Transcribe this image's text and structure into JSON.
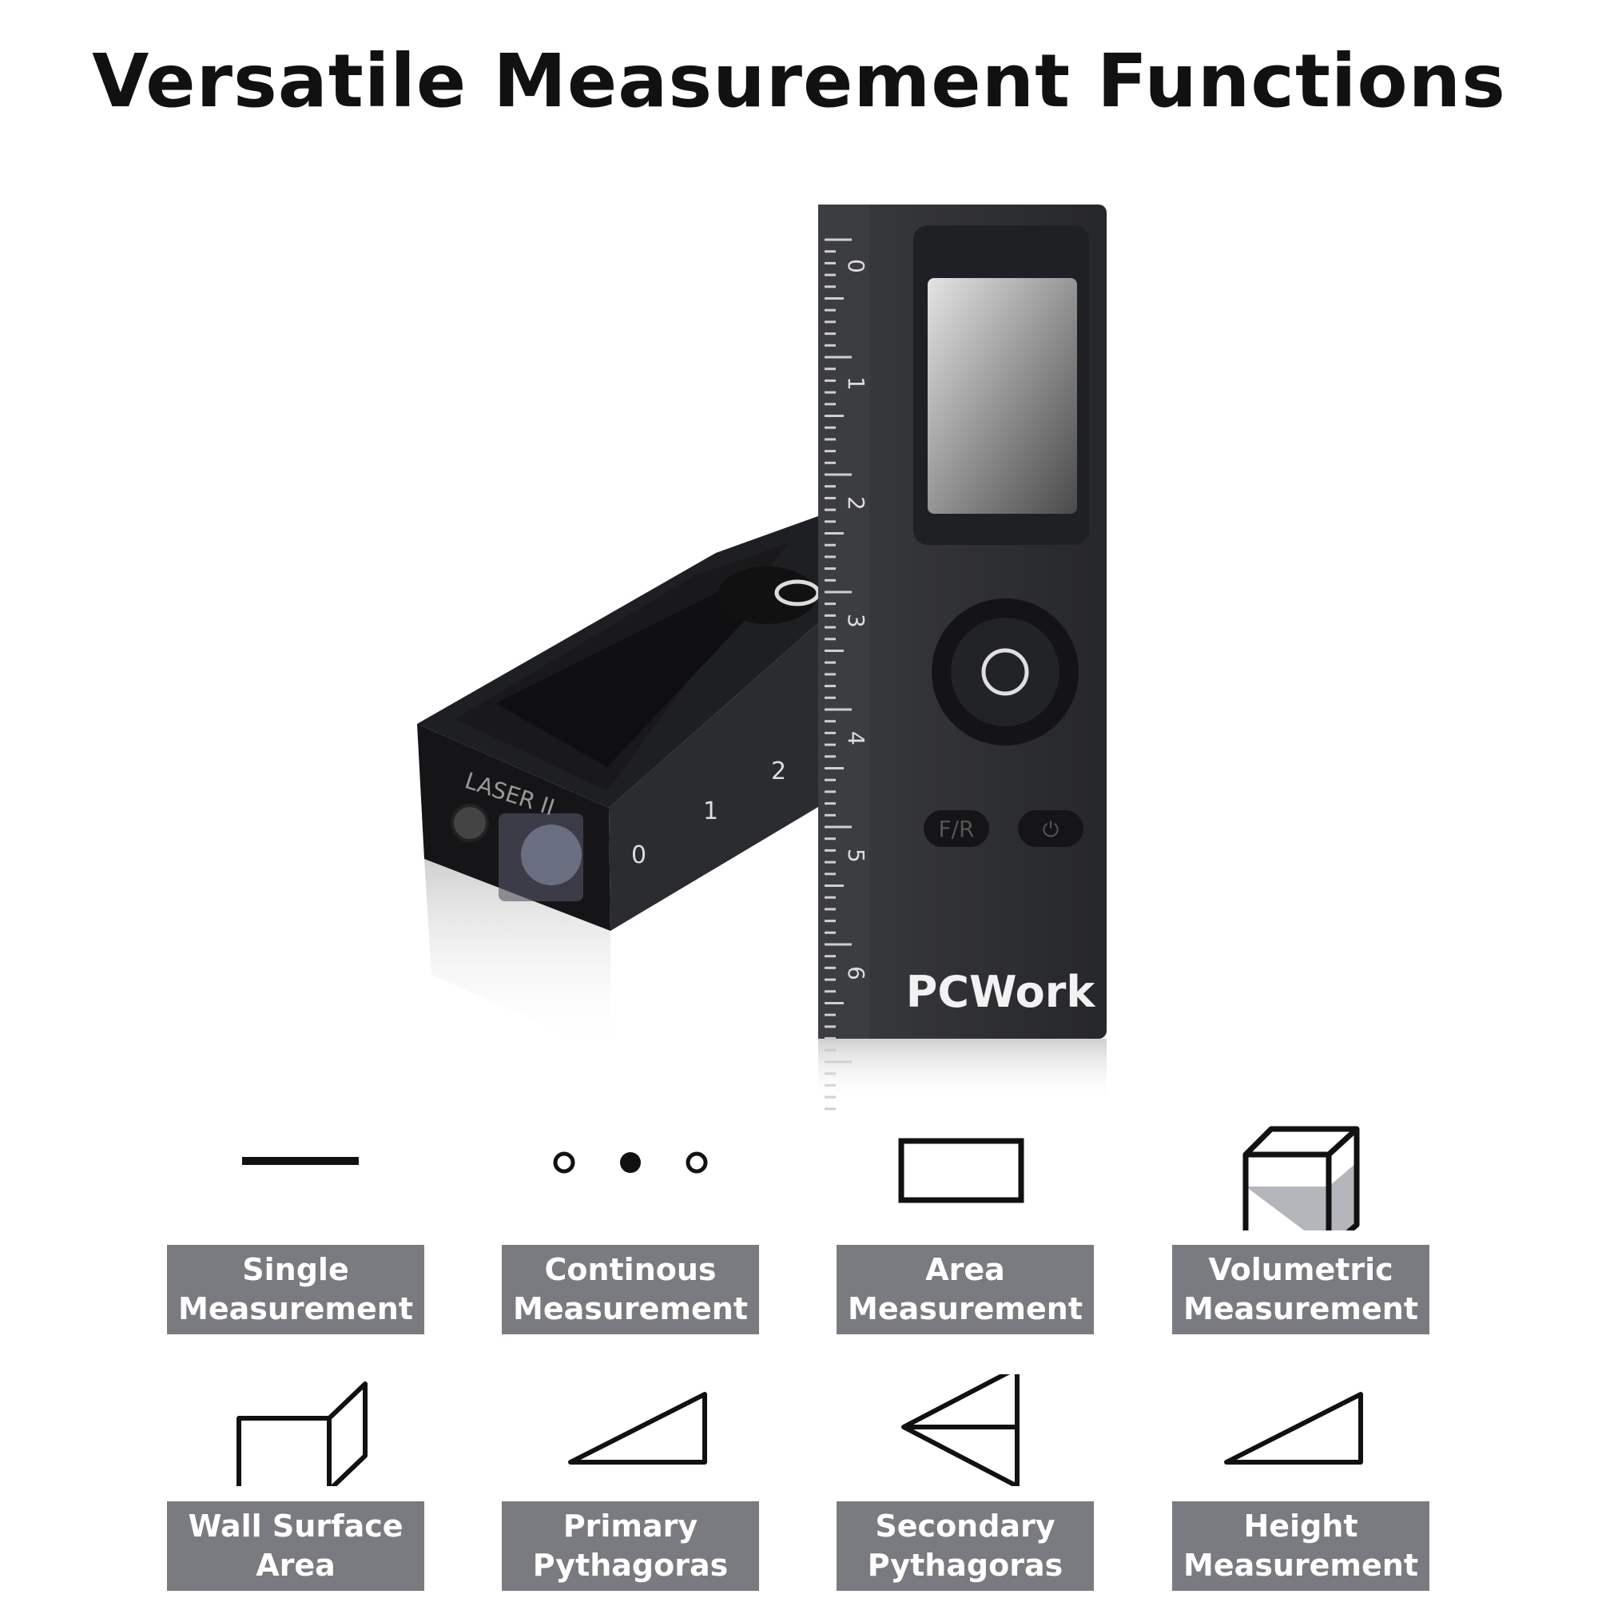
{
  "title": "Versatile Measurement Functions",
  "product": {
    "brand": "PCWork",
    "laser_label": "LASER II",
    "button_fr": "F/R",
    "ruler_marks_vertical": [
      "0",
      "1",
      "2",
      "3",
      "4",
      "5",
      "6"
    ],
    "ruler_marks_horizontal": [
      "0",
      "1",
      "2"
    ],
    "body_color": "#2e2f33"
  },
  "functions": [
    {
      "line1": "Single",
      "line2": "Measurement",
      "icon": "line-icon"
    },
    {
      "line1": "Continous",
      "line2": "Measurement",
      "icon": "dots-icon"
    },
    {
      "line1": "Area",
      "line2": "Measurement",
      "icon": "rectangle-icon"
    },
    {
      "line1": "Volumetric",
      "line2": "Measurement",
      "icon": "cube-icon"
    },
    {
      "line1": "Wall Surface",
      "line2": "Area",
      "icon": "wall-icon"
    },
    {
      "line1": "Primary",
      "line2": "Pythagoras",
      "icon": "right-triangle-icon"
    },
    {
      "line1": "Secondary",
      "line2": "Pythagoras",
      "icon": "double-triangle-icon"
    },
    {
      "line1": "Height",
      "line2": "Measurement",
      "icon": "height-triangle-icon"
    }
  ],
  "colors": {
    "label_bg": "#7a7b80",
    "label_text": "#ffffff",
    "icon_stroke": "#111111"
  }
}
